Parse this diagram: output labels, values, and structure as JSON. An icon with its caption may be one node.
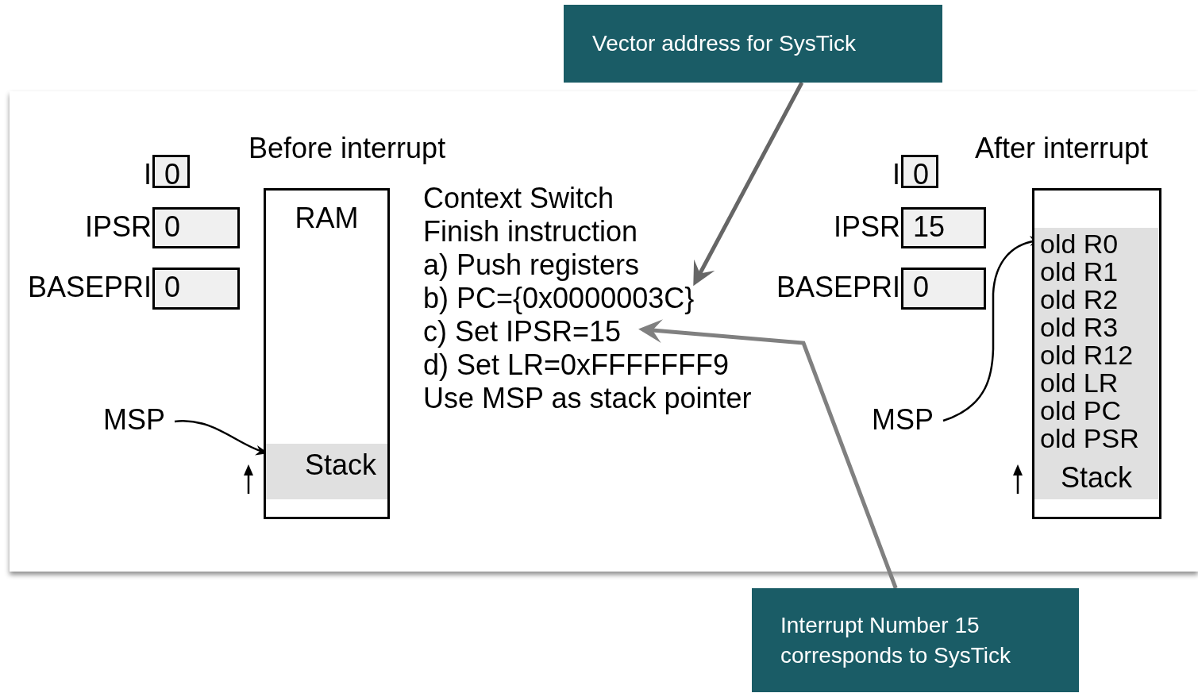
{
  "diagram": {
    "nodes": [
      {
        "text": [
          "Vector address for SysTick"
        ]
      },
      {
        "text": [
          "0"
        ],
        "beside": [
          "I"
        ]
      },
      {
        "text": [
          "0"
        ],
        "beside": [
          "IPSR"
        ]
      },
      {
        "text": [
          "0"
        ],
        "beside": [
          "BASEPRI"
        ]
      },
      {
        "text": [
          "RAM"
        ]
      },
      {
        "text": [
          "Stack"
        ],
        "in": 4
      },
      {
        "text": [
          "MSP"
        ]
      },
      {
        "text": [
          "Context Switch"
        ]
      },
      {
        "text": [
          "Finish instruction"
        ]
      },
      {
        "text": [
          "a) Push registers"
        ]
      },
      {
        "text": [
          "b) PC={0x0000003C}"
        ]
      },
      {
        "text": [
          "c) Set IPSR=15"
        ]
      },
      {
        "text": [
          "d) Set LR=0xFFFFFFF9"
        ]
      },
      {
        "text": [
          "Use MSP as stack pointer"
        ]
      },
      {
        "text": [
          "0"
        ],
        "beside": [
          "I"
        ]
      },
      {
        "text": [
          "15"
        ],
        "beside": [
          "IPSR"
        ]
      },
      {
        "text": [
          "0"
        ],
        "beside": [
          "BASEPRI"
        ]
      },
      {
        "text": [],
        "shape": "box"
      },
      {
        "text": [
          "Stack"
        ],
        "in": 17
      },
      {
        "text": [
          "old R0"
        ],
        "in": 18
      },
      {
        "text": [
          "old R1"
        ],
        "in": 18
      },
      {
        "text": [
          "old R2"
        ],
        "in": 18
      },
      {
        "text": [
          "old R3"
        ],
        "in": 18
      },
      {
        "text": [
          "old R12"
        ],
        "in": 18
      },
      {
        "text": [
          "old LR"
        ],
        "in": 18
      },
      {
        "text": [
          "old PC"
        ],
        "in": 18
      },
      {
        "text": [
          "old PSR"
        ],
        "in": 18
      },
      {
        "text": [
          "MSP"
        ]
      },
      {
        "text": [
          "Interrupt Number 15 corresponds to SysTick"
        ]
      }
    ],
    "edges": [
      {
        "from": 0,
        "to": 10,
        "arrow": "to",
        "style": "thick",
        "color": "#666666"
      },
      {
        "from": 28,
        "to": 11,
        "arrow": "to",
        "style": "thick",
        "color": "#808080"
      },
      {
        "from": 6,
        "to": 5,
        "arrow": "to"
      },
      {
        "from": 27,
        "to": 19,
        "arrow": "to"
      }
    ],
    "labels": [
      "Before interrupt",
      "After interrupt"
    ]
  }
}
